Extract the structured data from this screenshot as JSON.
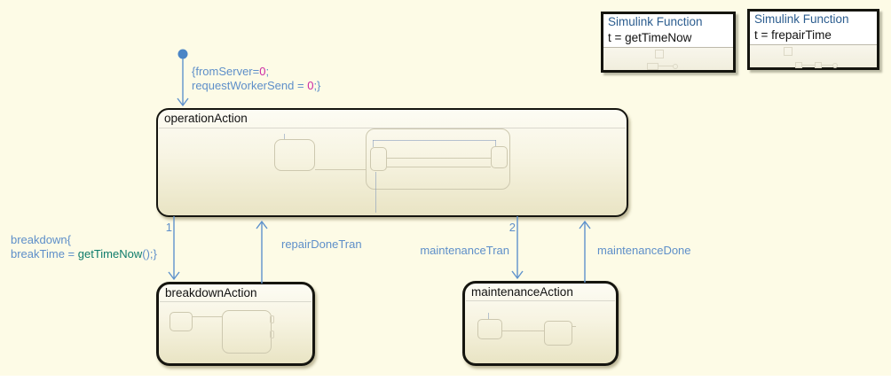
{
  "colors": {
    "canvas_bg": "#fdfbe6",
    "transition_blue": "#5e92cc",
    "label_blue": "#5e8fc9",
    "number_magenta": "#cc29a3",
    "function_teal": "#0e7c6b",
    "simulink_title_blue": "#2c5d8f",
    "state_border": "#15150f"
  },
  "states": {
    "operation": {
      "title": "operationAction"
    },
    "breakdown": {
      "title": "breakdownAction"
    },
    "maintenance": {
      "title": "maintenanceAction"
    }
  },
  "transitions": {
    "init": {
      "l1a": "{fromServer=",
      "l1b": "0",
      "l1c": ";",
      "l2a": "requestWorkerSend = ",
      "l2b": "0",
      "l2c": ";}"
    },
    "breakdown_label": {
      "l1": "breakdown{",
      "l2a": "breakTime = ",
      "l2b": "getTimeNow",
      "l2c": "();}"
    },
    "order_1": "1",
    "order_2": "2",
    "repair_done": "repairDoneTran",
    "maintenance_tran": "maintenanceTran",
    "maintenance_done": "maintenanceDone"
  },
  "simulink_functions": [
    {
      "title": "Simulink Function",
      "signature": "t = getTimeNow"
    },
    {
      "title": "Simulink Function",
      "signature": "t = frepairTime"
    }
  ]
}
